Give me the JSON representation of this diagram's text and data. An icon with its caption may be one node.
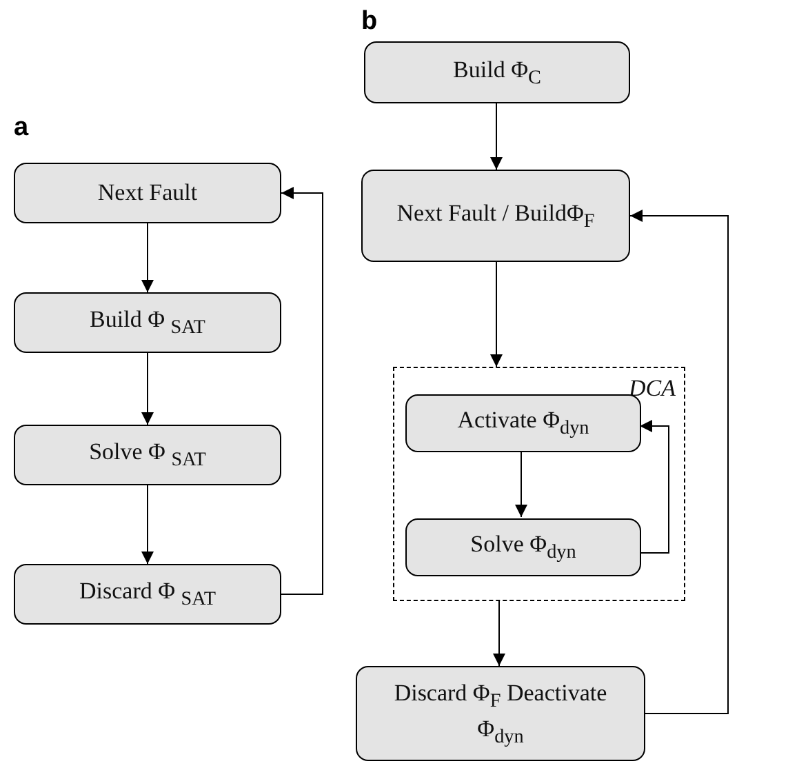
{
  "diagram": {
    "nodes": [
      {
        "text": [
          "Next Fault"
        ]
      },
      {
        "text": [
          "Build Φ $_{SAT}$"
        ]
      },
      {
        "text": [
          "Solve Φ $_{SAT}$"
        ]
      },
      {
        "text": [
          "Discard Φ $_{SAT}$"
        ]
      },
      {
        "text": [
          "Build Φ$_{C}$"
        ]
      },
      {
        "text": [
          "Next Fault / BuildΦ$_{F}$"
        ]
      },
      {
        "text": [
          "DCA"
        ]
      },
      {
        "text": [
          "Activate Φ$_{dyn}$"
        ],
        "in": 6
      },
      {
        "text": [
          "Solve Φ$_{dyn}$"
        ],
        "in": 6
      },
      {
        "text": [
          "Discard Φ$_{F}$ Deactivate Φ$_{dyn}$"
        ]
      }
    ],
    "edges": [
      {
        "from": 0,
        "to": 1,
        "arrow": "to"
      },
      {
        "from": 1,
        "to": 2,
        "arrow": "to"
      },
      {
        "from": 2,
        "to": 3,
        "arrow": "to"
      },
      {
        "from": 3,
        "to": 0,
        "arrow": "to"
      },
      {
        "from": 4,
        "to": 5,
        "arrow": "to"
      },
      {
        "from": 5,
        "to": 6,
        "arrow": "to"
      },
      {
        "from": 7,
        "to": 8,
        "arrow": "to"
      },
      {
        "from": 8,
        "to": 7,
        "arrow": "to"
      },
      {
        "from": 6,
        "to": 9,
        "arrow": "to"
      },
      {
        "from": 9,
        "to": 5,
        "arrow": "to"
      }
    ],
    "labels": [
      "a",
      "b"
    ]
  }
}
